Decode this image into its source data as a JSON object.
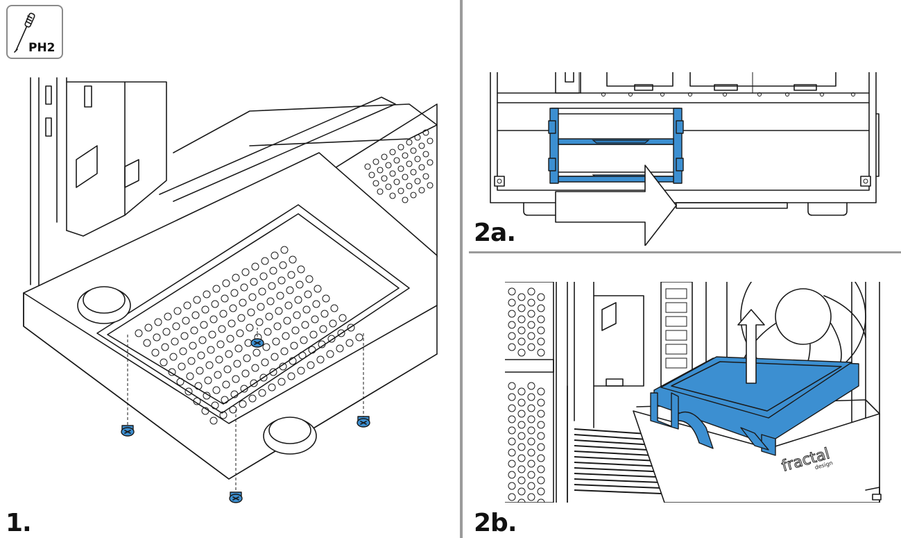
{
  "tool": {
    "label": "PH2",
    "icon": "screwdriver-icon"
  },
  "steps": {
    "step1": "1.",
    "step2a": "2a.",
    "step2b": "2b."
  },
  "brand": {
    "logo_text": "fractal",
    "logo_sub": "design"
  },
  "colors": {
    "highlight": "#3c8fd1",
    "line": "#1a1a1a",
    "divider": "#9b9b9b"
  }
}
